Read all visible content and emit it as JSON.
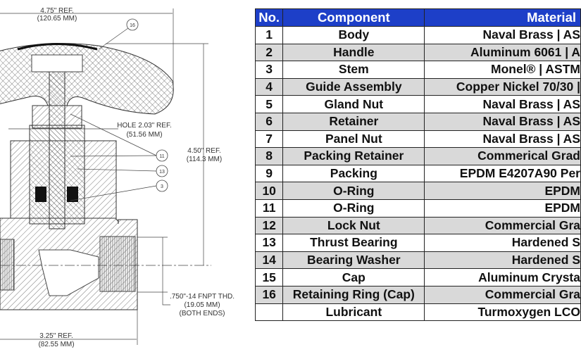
{
  "drawing": {
    "overall_width": "4.75\" REF.",
    "overall_width_mm": "(120.65 MM)",
    "hole": "HOLE 2.03\" REF.",
    "hole_mm": "(51.56 MM)",
    "height": "4.50\" REF.",
    "height_mm": "(114.3 MM)",
    "thread": ".750\"-14 FNPT THD.",
    "thread_mm": "(19.05 MM)",
    "thread_note": "(BOTH ENDS)",
    "body_length": "3.25\" REF.",
    "body_length_mm": "(82.55 MM)",
    "callouts": [
      "16",
      "11",
      "13",
      "3"
    ]
  },
  "table": {
    "headers": [
      "No.",
      "Component",
      "Material"
    ],
    "header_color": "#1d3fc8",
    "rows": [
      {
        "no": "1",
        "component": "Body",
        "material": "Naval Brass | AS"
      },
      {
        "no": "2",
        "component": "Handle",
        "material": "Aluminum 6061 | A"
      },
      {
        "no": "3",
        "component": "Stem",
        "material": "Monel® | ASTM"
      },
      {
        "no": "4",
        "component": "Guide Assembly",
        "material": "Copper Nickel 70/30 |"
      },
      {
        "no": "5",
        "component": "Gland Nut",
        "material": "Naval Brass | AS"
      },
      {
        "no": "6",
        "component": "Retainer",
        "material": "Naval Brass | AS"
      },
      {
        "no": "7",
        "component": "Panel Nut",
        "material": "Naval Brass | AS"
      },
      {
        "no": "8",
        "component": "Packing Retainer",
        "material": "Commerical Grad"
      },
      {
        "no": "9",
        "component": "Packing",
        "material": "EPDM E4207A90 Per"
      },
      {
        "no": "10",
        "component": "O-Ring",
        "material": "EPDM"
      },
      {
        "no": "11",
        "component": "O-Ring",
        "material": "EPDM"
      },
      {
        "no": "12",
        "component": "Lock Nut",
        "material": "Commercial Gra"
      },
      {
        "no": "13",
        "component": "Thrust Bearing",
        "material": "Hardened S"
      },
      {
        "no": "14",
        "component": "Bearing Washer",
        "material": "Hardened S"
      },
      {
        "no": "15",
        "component": "Cap",
        "material": "Aluminum Crysta"
      },
      {
        "no": "16",
        "component": "Retaining Ring (Cap)",
        "material": "Commercial Gra"
      },
      {
        "no": "",
        "component": "Lubricant",
        "material": "Turmoxygen LCO"
      }
    ]
  }
}
